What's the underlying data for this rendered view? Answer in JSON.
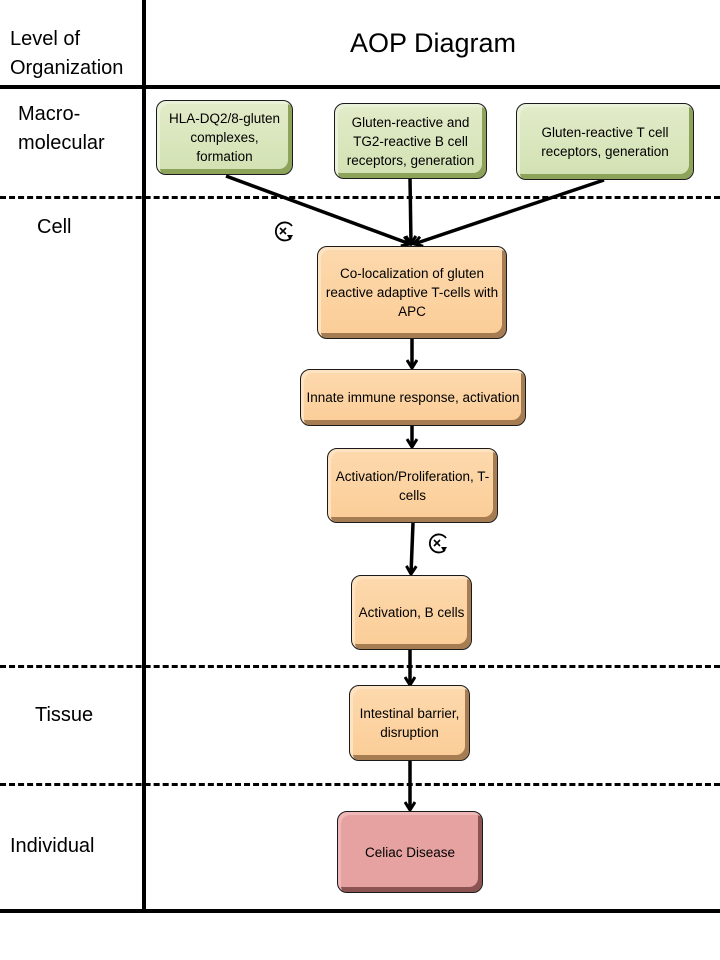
{
  "header": {
    "level_label": "Level of Organization",
    "title": "AOP Diagram"
  },
  "levels": [
    {
      "id": "macro",
      "label": "Macro-molecular"
    },
    {
      "id": "cell",
      "label": "Cell"
    },
    {
      "id": "tissue",
      "label": "Tissue"
    },
    {
      "id": "individual",
      "label": "Individual"
    }
  ],
  "nodes": {
    "mie1": {
      "label": "HLA-DQ2/8-gluten complexes, formation",
      "type": "MIE",
      "level": "Macro-molecular"
    },
    "mie2": {
      "label": "Gluten-reactive and TG2-reactive B cell receptors, generation",
      "type": "MIE",
      "level": "Macro-molecular"
    },
    "mie3": {
      "label": "Gluten-reactive T cell receptors, generation",
      "type": "MIE",
      "level": "Macro-molecular"
    },
    "ke1": {
      "label": "Co-localization of gluten reactive adaptive T-cells with APC",
      "type": "KE",
      "level": "Cell"
    },
    "ke2": {
      "label": "Innate immune response, activation",
      "type": "KE",
      "level": "Cell"
    },
    "ke3": {
      "label": "Activation/Proliferation, T-cells",
      "type": "KE",
      "level": "Cell"
    },
    "ke4": {
      "label": "Activation, B cells",
      "type": "KE",
      "level": "Cell"
    },
    "ke5": {
      "label": "Intestinal barrier, disruption",
      "type": "KE",
      "level": "Tissue"
    },
    "ao": {
      "label": "Celiac Disease",
      "type": "AO",
      "level": "Individual"
    }
  },
  "edges": [
    [
      "mie1",
      "ke1"
    ],
    [
      "mie2",
      "ke1"
    ],
    [
      "mie3",
      "ke1"
    ],
    [
      "ke1",
      "ke2"
    ],
    [
      "ke2",
      "ke3"
    ],
    [
      "ke3",
      "ke4"
    ],
    [
      "ke4",
      "ke5"
    ],
    [
      "ke5",
      "ao"
    ]
  ],
  "icons": [
    {
      "name": "rotate-x-icon",
      "near": "edges into ke1"
    },
    {
      "name": "rotate-x-icon",
      "near": "edge ke3 to ke4"
    }
  ],
  "colors": {
    "mie": "#d7e4bd",
    "ke": "#fcd5a5",
    "ao": "#e6a1a1"
  }
}
